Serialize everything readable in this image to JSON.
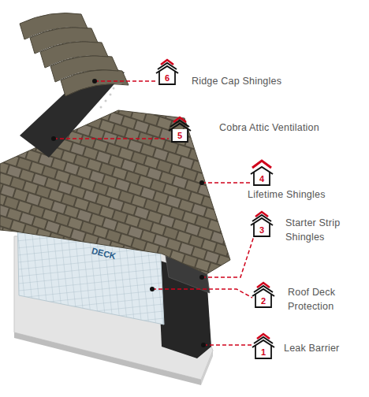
{
  "diagram": {
    "labels": [
      "6",
      "Ridge Cap Shingles",
      "5",
      "Cobra Attic Ventilation",
      "4",
      "Lifetime Shingles",
      "3",
      "Starter Strip Shingles",
      "2",
      "Roof Deck Protection",
      "1",
      "Leak Barrier",
      "DECK"
    ]
  }
}
